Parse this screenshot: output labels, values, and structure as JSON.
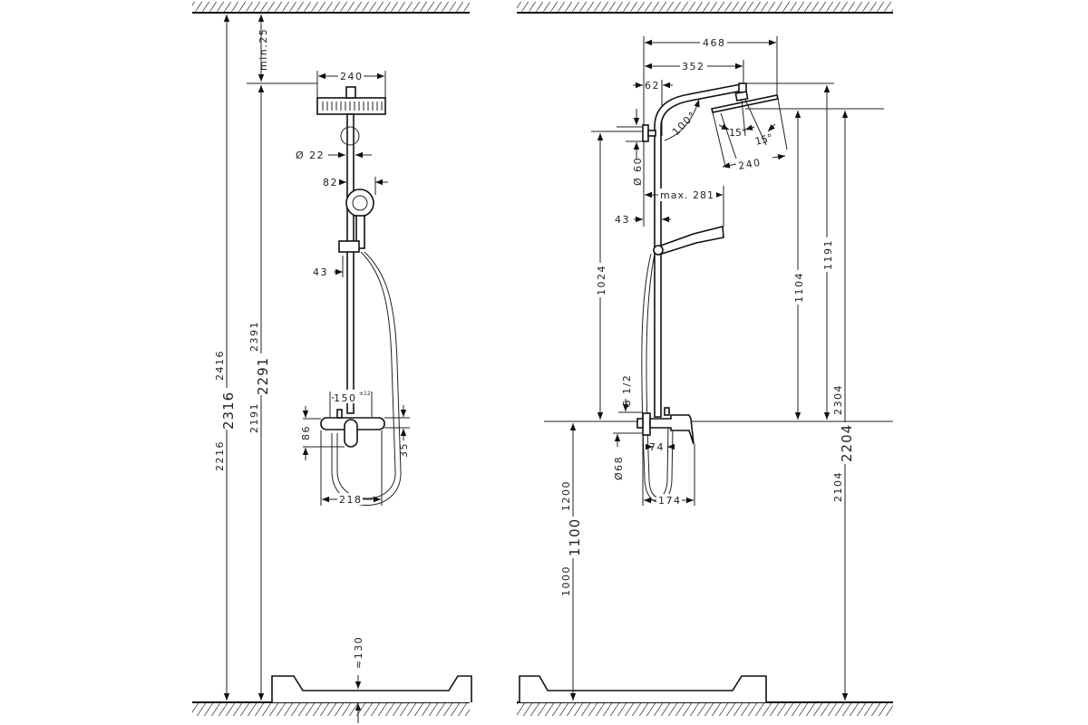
{
  "title": "Shower system dimension drawing",
  "front_view": {
    "ceiling_clearance": "min.25",
    "head_width": "240",
    "pipe_diameter": "Ø 22",
    "hand_shower_offset": "82",
    "holder_offset": "43",
    "mixer_centers": "150",
    "mixer_tolerance": "±12",
    "mixer_height": "86",
    "mixer_offset": "35",
    "mixer_width": "218",
    "total_height_min": "2216",
    "total_height_nom": "2316",
    "total_height_max": "2416",
    "head_height_min": "2191",
    "head_height_nom": "2291",
    "head_height_max": "2391",
    "tub_height": "≈130"
  },
  "side_view": {
    "overall_projection": "468",
    "arm_projection": "352",
    "wall_offset": "62",
    "arm_angle": "100°",
    "tilt_angle_1": "15°",
    "tilt_angle_2": "15°",
    "head_width": "240",
    "bracket_diameter": "Ø 60",
    "max_projection": "max. 281",
    "holder_offset": "43",
    "bracket_height": "1024",
    "connection_thread": "G 1/2",
    "mixer_diameter": "Ø68",
    "mixer_spout": "74",
    "mixer_depth": "174",
    "head_above_mixer": "1104",
    "arm_above_mixer": "1191",
    "head_height_max": "2304",
    "head_height_nom": "2204",
    "head_height_min": "2104",
    "mixer_height_min": "1000",
    "mixer_height_nom": "1100",
    "mixer_height_max": "1200"
  }
}
